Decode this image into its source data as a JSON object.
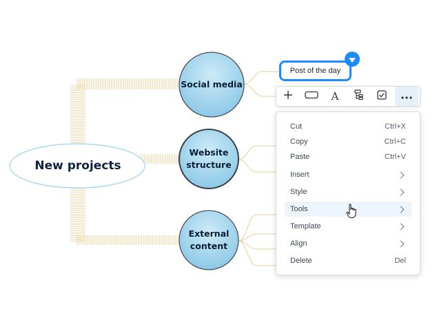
{
  "colors": {
    "accent": "#1a8cff",
    "bubble_fill": "#a9d8ee",
    "bubble_stroke": "#4a4f57",
    "branch_line": "#e9d9a8",
    "root_stroke": "#9ed3ea"
  },
  "mindmap": {
    "root": {
      "label": "New projects"
    },
    "branches": [
      {
        "label_line1": "Social media",
        "label_line2": ""
      },
      {
        "label_line1": "Website",
        "label_line2": "structure"
      },
      {
        "label_line1": "External",
        "label_line2": "content"
      }
    ],
    "selected_subtopic": {
      "label": "Post of the day"
    }
  },
  "toolbar": {
    "buttons": [
      {
        "icon": "plus-icon"
      },
      {
        "icon": "rectangle-shape-icon"
      },
      {
        "icon": "text-format-icon"
      },
      {
        "icon": "structure-icon"
      },
      {
        "icon": "checkbox-icon"
      },
      {
        "icon": "more-icon"
      }
    ],
    "text_glyph": "A"
  },
  "context_menu": {
    "items": [
      {
        "label": "Cut",
        "shortcut": "Ctrl+X"
      },
      {
        "label": "Copy",
        "shortcut": "Ctrl+C"
      },
      {
        "label": "Paste",
        "shortcut": "Ctrl+V"
      },
      {
        "label": "Insert",
        "shortcut": ""
      },
      {
        "label": "Style",
        "shortcut": ""
      },
      {
        "label": "Tools",
        "shortcut": ""
      },
      {
        "label": "Template",
        "shortcut": ""
      },
      {
        "label": "Align",
        "shortcut": ""
      },
      {
        "label": "Delete",
        "shortcut": "Del"
      }
    ]
  }
}
